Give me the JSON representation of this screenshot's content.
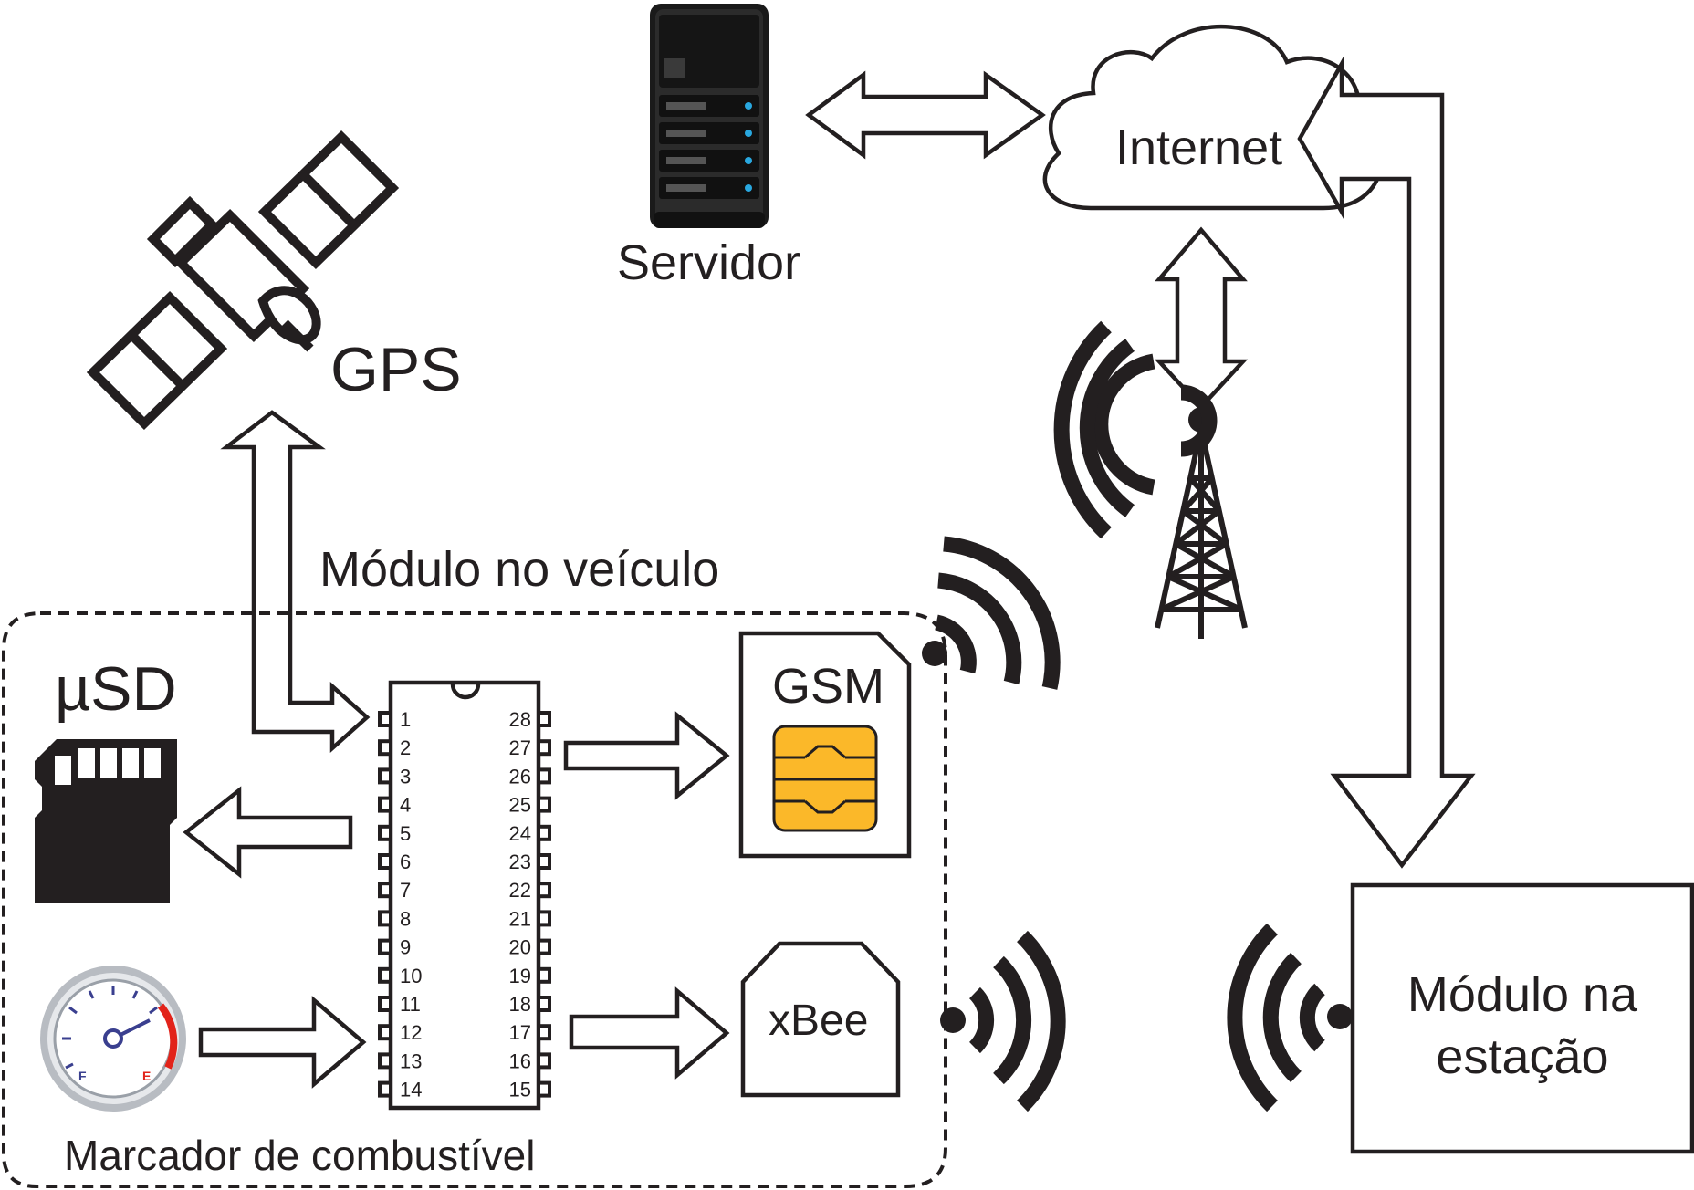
{
  "labels": {
    "servidor": "Servidor",
    "internet": "Internet",
    "gps": "GPS",
    "modulo_veiculo": "Módulo no veículo",
    "usd": "µSD",
    "gsm": "GSM",
    "xbee": "xBee",
    "modulo_estacao_line1": "Módulo na",
    "modulo_estacao_line2": "estação",
    "marcador": "Marcador de combustível",
    "gauge_f": "F",
    "gauge_e": "E"
  },
  "chip": {
    "left_pins": [
      "1",
      "2",
      "3",
      "4",
      "5",
      "6",
      "7",
      "8",
      "9",
      "10",
      "11",
      "12",
      "13",
      "14"
    ],
    "right_pins": [
      "28",
      "27",
      "26",
      "25",
      "24",
      "23",
      "22",
      "21",
      "20",
      "19",
      "18",
      "17",
      "16",
      "15"
    ]
  },
  "colors": {
    "ink": "#231f20",
    "sim_chip": "#fbb829",
    "server_led": "#29a8e0",
    "gauge_red": "#e2231a",
    "gauge_needle": "#3a3f8f"
  },
  "icons": [
    "satellite-icon",
    "server-icon",
    "cloud-icon",
    "antenna-tower-icon",
    "sd-card-icon",
    "sim-card-icon",
    "xbee-module-icon",
    "fuel-gauge-icon",
    "microcontroller-chip-icon"
  ]
}
